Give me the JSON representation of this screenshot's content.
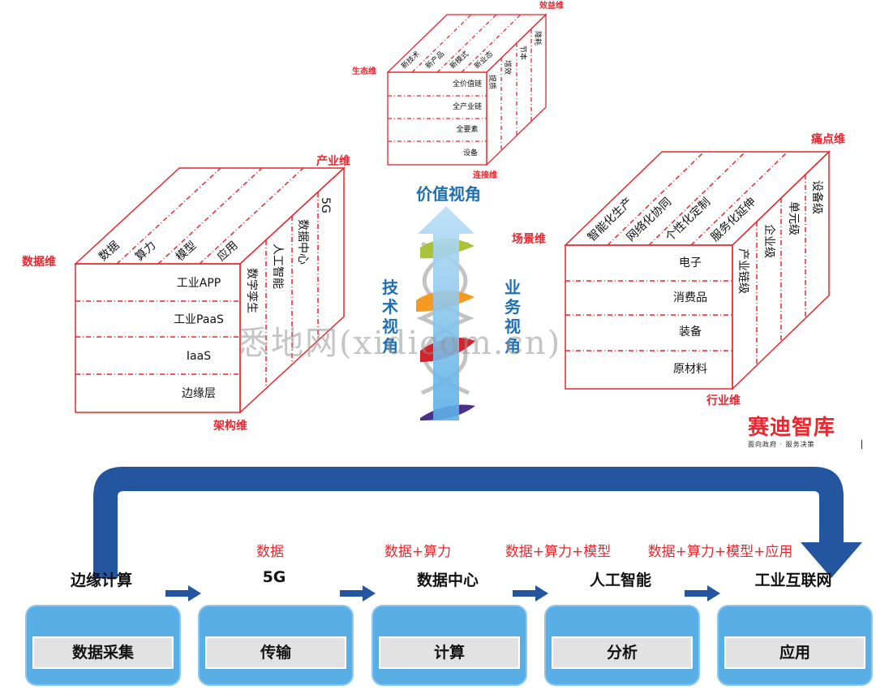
{
  "colors": {
    "red": "#e8272f",
    "dark_red": "#c8141c",
    "blue_dark": "#2456a0",
    "blue_light": "#5aaee6",
    "card_inner": "#e2e2e2",
    "helix_green": "#a9c23a",
    "helix_orange": "#f29a21",
    "helix_red": "#d3242b",
    "helix_purple": "#4b2f8a",
    "helix_gray": "#b9b9b9"
  },
  "cube_left": {
    "dim_industry": "产业维",
    "dim_data": "数据维",
    "dim_arch": "架构维",
    "top_labels": [
      "数据",
      "算力",
      "模型",
      "应用"
    ],
    "front_rows": [
      "工业APP",
      "工业PaaS",
      "IaaS",
      "边缘层"
    ],
    "side_labels": [
      "数字孪生",
      "人工智能",
      "数据中心",
      "5G"
    ]
  },
  "cube_top": {
    "dim_benefit": "效益维",
    "dim_ecology": "生态维",
    "dim_connect": "连接维",
    "top_labels": [
      "新技术",
      "新产品",
      "新模式",
      "新业态"
    ],
    "front_rows": [
      "全价值链",
      "全产业链",
      "全要素",
      "设备"
    ],
    "side_labels": [
      "提质",
      "增效",
      "节本",
      "降耗"
    ]
  },
  "cube_right": {
    "dim_pain": "痛点维",
    "dim_scene": "场景维",
    "dim_industry": "行业维",
    "top_labels": [
      "智能化生产",
      "网络化协同",
      "个性化定制",
      "服务化延伸"
    ],
    "front_rows": [
      "电子",
      "消费品",
      "装备",
      "原材料"
    ],
    "side_labels": [
      "产业链级",
      "企业级",
      "单元级",
      "设备级"
    ]
  },
  "helix": {
    "value_view": "价值视角",
    "tech_view": "技术视角",
    "business_view": "业务视角"
  },
  "brand": {
    "name": "赛迪智库",
    "slogan": "面向政府 · 服务决策"
  },
  "watermark": "悉地网(xidicom.cn)",
  "flow": {
    "steps": [
      {
        "tech": "边缘计算",
        "data": "",
        "stage": "数据采集"
      },
      {
        "tech": "5G",
        "data": "数据",
        "stage": "传输"
      },
      {
        "tech": "数据中心",
        "data": "数据+算力",
        "stage": "计算"
      },
      {
        "tech": "人工智能",
        "data": "数据+算力+模型",
        "stage": "分析"
      },
      {
        "tech": "工业互联网",
        "data": "数据+算力+模型+应用",
        "stage": "应用"
      }
    ]
  }
}
